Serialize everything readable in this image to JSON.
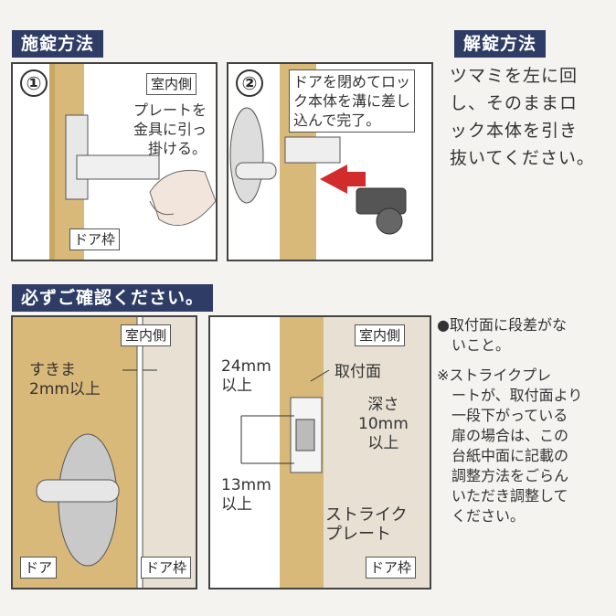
{
  "sections": {
    "lock_method": "施錠方法",
    "unlock_method": "解錠方法",
    "confirm": "必ずご確認ください。"
  },
  "panel1": {
    "step": "①",
    "room_side": "室内側",
    "instruction": [
      "プレートを",
      "金具に引っ",
      "掛ける。"
    ],
    "frame_label": "ドア枠"
  },
  "panel2": {
    "step": "②",
    "instruction": [
      "ドアを閉めてロッ",
      "ク本体を溝に差し",
      "込んで完了。"
    ]
  },
  "unlock_text": [
    "ツマミを左に回",
    "し、そのままロ",
    "ック本体を引き",
    "抜いてください。"
  ],
  "panel3": {
    "room_side": "室内側",
    "gap_label": [
      "すきま",
      "2mm以上"
    ],
    "door_label": "ドア",
    "frame_label": "ドア枠"
  },
  "panel4": {
    "room_side": "室内側",
    "mount_surface": "取付面",
    "top_dim": [
      "24mm",
      "以上"
    ],
    "depth": [
      "深さ",
      "10mm",
      "以上"
    ],
    "bottom_dim": [
      "13mm",
      "以上"
    ],
    "strike_plate": [
      "ストライク",
      "プレート"
    ],
    "frame_label": "ドア枠"
  },
  "notes": {
    "bullet": [
      "●取付面に段差がな",
      "いこと。"
    ],
    "asterisk": [
      "※ストライクプレ",
      "ートが、取付面より",
      "一段下がっている",
      "扉の場合は、この",
      "台紙中面に記載の",
      "調整方法をごらん",
      "いただき調整して",
      "ください。"
    ]
  }
}
